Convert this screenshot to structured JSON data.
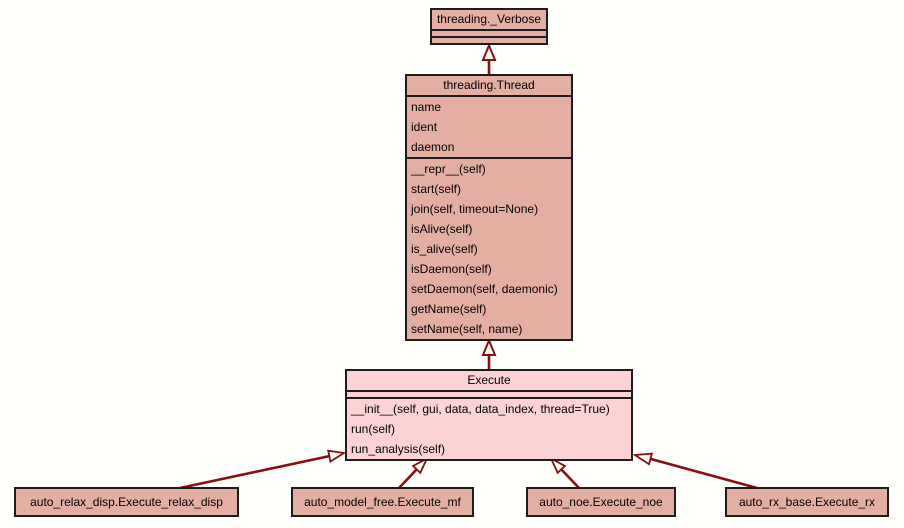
{
  "diagram": {
    "type": "uml-class-diagram",
    "colors": {
      "background": "#fffffb",
      "node_fill_salmon": "#e3afa3",
      "node_fill_pink": "#fcd2d5",
      "node_border": "#1d1d1d",
      "inheritance_arrow": "#8b0d0d",
      "arrowhead_fill": "#fffffb"
    },
    "classes": {
      "verbose": {
        "title": "threading._Verbose",
        "attributes": [],
        "methods": []
      },
      "thread": {
        "title": "threading.Thread",
        "attributes": [
          "name",
          "ident",
          "daemon"
        ],
        "methods": [
          "__repr__(self)",
          "start(self)",
          "join(self, timeout=None)",
          "isAlive(self)",
          "is_alive(self)",
          "isDaemon(self)",
          "setDaemon(self, daemonic)",
          "getName(self)",
          "setName(self, name)"
        ]
      },
      "execute": {
        "title": "Execute",
        "attributes": [],
        "methods": [
          "__init__(self, gui, data, data_index, thread=True)",
          "run(self)",
          "run_analysis(self)"
        ]
      },
      "relax_disp": {
        "title": "auto_relax_disp.Execute_relax_disp"
      },
      "model_free": {
        "title": "auto_model_free.Execute_mf"
      },
      "noe": {
        "title": "auto_noe.Execute_noe"
      },
      "rx": {
        "title": "auto_rx_base.Execute_rx"
      }
    },
    "relations": [
      {
        "type": "inheritance",
        "child": "threading.Thread",
        "parent": "threading._Verbose"
      },
      {
        "type": "inheritance",
        "child": "Execute",
        "parent": "threading.Thread"
      },
      {
        "type": "inheritance",
        "child": "auto_relax_disp.Execute_relax_disp",
        "parent": "Execute"
      },
      {
        "type": "inheritance",
        "child": "auto_model_free.Execute_mf",
        "parent": "Execute"
      },
      {
        "type": "inheritance",
        "child": "auto_noe.Execute_noe",
        "parent": "Execute"
      },
      {
        "type": "inheritance",
        "child": "auto_rx_base.Execute_rx",
        "parent": "Execute"
      }
    ]
  }
}
